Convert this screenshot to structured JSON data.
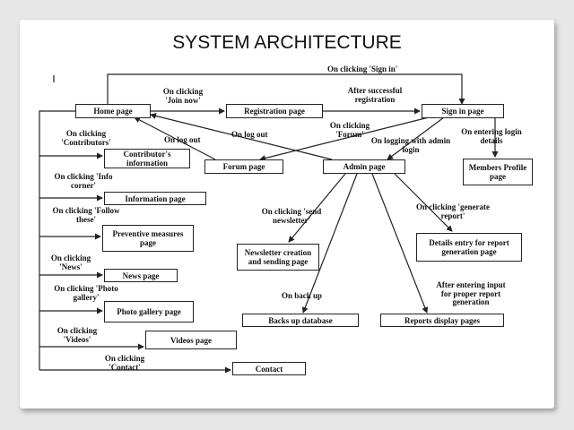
{
  "slide": {
    "title": "SYSTEM ARCHITECTURE"
  },
  "boxes": {
    "home": "Home page",
    "registration": "Registration page",
    "signin": "Sign in page",
    "contributors": "Contributor's information",
    "forum": "Forum page",
    "admin": "Admin page",
    "members": "Members Profile page",
    "information": "Information page",
    "preventive": "Preventive measures page",
    "newsletter": "Newsletter creation and sending page",
    "details": "Details entry for report generation page",
    "news": "News page",
    "photo": "Photo gallery page",
    "backup": "Backs up database",
    "reports": "Reports display pages",
    "videos": "Videos page",
    "contact": "Contact"
  },
  "labels": {
    "click_signin": "On clicking 'Sign in'",
    "click_join": "On clicking 'Join now'",
    "after_reg": "After successful registration",
    "click_contributors": "On clicking 'Contributors'",
    "log_out_1": "On log out",
    "log_out_2": "On log out",
    "click_forum": "On clicking 'Forum'",
    "logging_admin": "On logging with admin login",
    "entering_login": "On entering login details",
    "click_info": "On clicking 'Info corner'",
    "click_follow": "On clicking 'Follow these'",
    "click_newsletter": "On clicking 'send newsletter'",
    "click_report": "On clicking 'generate report'",
    "click_news": "On clicking 'News'",
    "click_photo": "On clicking 'Photo gallery'",
    "on_backup": "On back up",
    "after_input": "After entering input for proper report generation",
    "click_videos": "On clicking 'Videos'",
    "click_contact": "On clicking 'Contact'"
  }
}
